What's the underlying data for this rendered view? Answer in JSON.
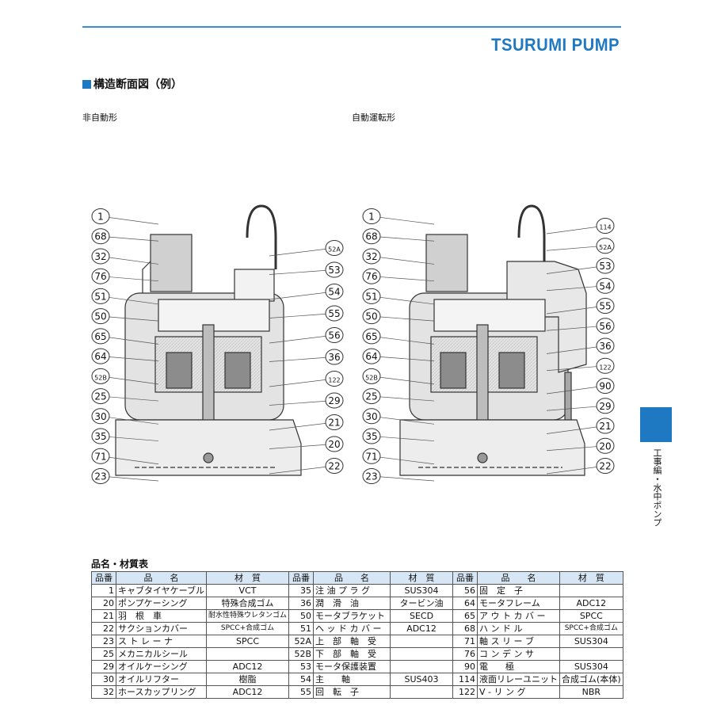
{
  "brand": "TSURUMI PUMP",
  "section_title": "構造断面図（例）",
  "left_diagram": {
    "label": "非自動形",
    "left_callouts": [
      "1",
      "68",
      "32",
      "76",
      "51",
      "50",
      "65",
      "64",
      "52B",
      "25",
      "30",
      "35",
      "71",
      "23"
    ],
    "right_callouts": [
      "52A",
      "53",
      "54",
      "55",
      "56",
      "36",
      "122",
      "29",
      "21",
      "20",
      "22"
    ]
  },
  "right_diagram": {
    "label": "自動運転形",
    "left_callouts": [
      "1",
      "68",
      "32",
      "76",
      "51",
      "50",
      "65",
      "64",
      "52B",
      "25",
      "30",
      "35",
      "71",
      "23"
    ],
    "right_callouts": [
      "114",
      "52A",
      "53",
      "54",
      "55",
      "56",
      "36",
      "122",
      "90",
      "29",
      "21",
      "20",
      "22"
    ]
  },
  "side_tab": {
    "text": "工事編・水中ポンプ",
    "color": "#1f79c2"
  },
  "table": {
    "title": "品名・材質表",
    "headers": [
      "品番",
      "品　　名",
      "材　質",
      "品番",
      "品　　名",
      "材　質",
      "品番",
      "品　　名",
      "材　質"
    ],
    "rows": [
      [
        "1",
        "キャブタイヤケーブル",
        "VCT",
        "35",
        "注 油 プ ラ グ",
        "SUS304",
        "56",
        "固　定　子",
        ""
      ],
      [
        "20",
        "ポンプケーシング",
        "特殊合成ゴム",
        "36",
        "潤　滑　油",
        "タービン油",
        "64",
        "モータフレーム",
        "ADC12"
      ],
      [
        "21",
        "羽　根　車",
        "耐水性特殊ウレタンゴム",
        "50",
        "モータブラケット",
        "SECD",
        "65",
        "ア ウ ト カ バ ー",
        "SPCC"
      ],
      [
        "22",
        "サクションカバー",
        "SPCC+合成ゴム",
        "51",
        "ヘ ッ ド カ バ ー",
        "ADC12",
        "68",
        "ハ ン ド ル",
        "SPCC+合成ゴム"
      ],
      [
        "23",
        "ス ト レ ー ナ",
        "SPCC",
        "52A",
        "上　部　軸　受",
        "",
        "71",
        "軸 ス リ ー ブ",
        "SUS304"
      ],
      [
        "25",
        "メカニカルシール",
        "",
        "52B",
        "下　部　軸　受",
        "",
        "76",
        "コ ン デ ン サ",
        ""
      ],
      [
        "29",
        "オイルケーシング",
        "ADC12",
        "53",
        "モータ保護装置",
        "",
        "90",
        "電　　極",
        "SUS304"
      ],
      [
        "30",
        "オイルリフター",
        "樹脂",
        "54",
        "主　　軸",
        "SUS403",
        "114",
        "液面リレーユニット",
        "合成ゴム(本体)"
      ],
      [
        "32",
        "ホースカップリング",
        "ADC12",
        "55",
        "回　転　子",
        "",
        "122",
        "V - リ ン グ",
        "NBR"
      ]
    ]
  },
  "colors": {
    "accent": "#1f79c2",
    "rule": "#3a8fd0",
    "table_header": "#d6e6f4"
  }
}
